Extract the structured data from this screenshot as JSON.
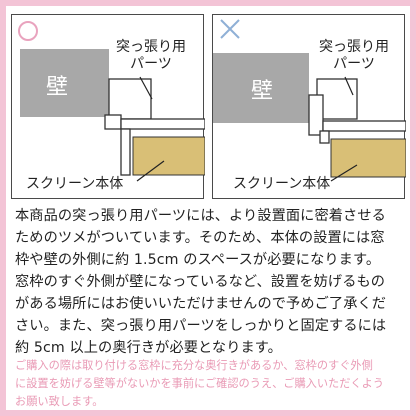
{
  "panels": {
    "left": {
      "status_icon": "circle-icon",
      "status_color": "#e9a3be",
      "wall_label": "壁",
      "parts_label_line1": "突っ張り用",
      "parts_label_line2": "パーツ",
      "screen_label": "スクリーン本体"
    },
    "right": {
      "status_icon": "cross-icon",
      "status_color": "#8fb0d6",
      "wall_label": "壁",
      "parts_label_line1": "突っ張り用",
      "parts_label_line2": "パーツ",
      "screen_label": "スクリーン本体"
    }
  },
  "description": {
    "lines": [
      "本商品の突っ張り用パーツには、より設置面に密着させる",
      "ためのツメがついています。そのため、本体の設置には窓",
      "枠や壁の外側に約 1.5cm のスペースが必要になります。",
      "窓枠のすぐ外側が壁になっているなど、設置を妨げるもの",
      "がある場所にはお使いいただけませんので予めご了承くだ",
      "さい。また、突っ張り用パーツをしっかりと固定するには",
      "約 5cm 以上の奥行きが必要となります。"
    ]
  },
  "note": {
    "lines": [
      "ご購入の際は取り付ける窓枠に充分な奥行きがあるか、窓枠のすぐ外側",
      "に設置を妨げる壁等がないかを事前にご確認のうえ、ご購入いただくよう",
      "お願い致します。"
    ]
  },
  "colors": {
    "frame": "#f3c4d6",
    "wall": "#a8a8a8",
    "screen_body": "#d9bf76",
    "note_text": "#e99ab5"
  }
}
